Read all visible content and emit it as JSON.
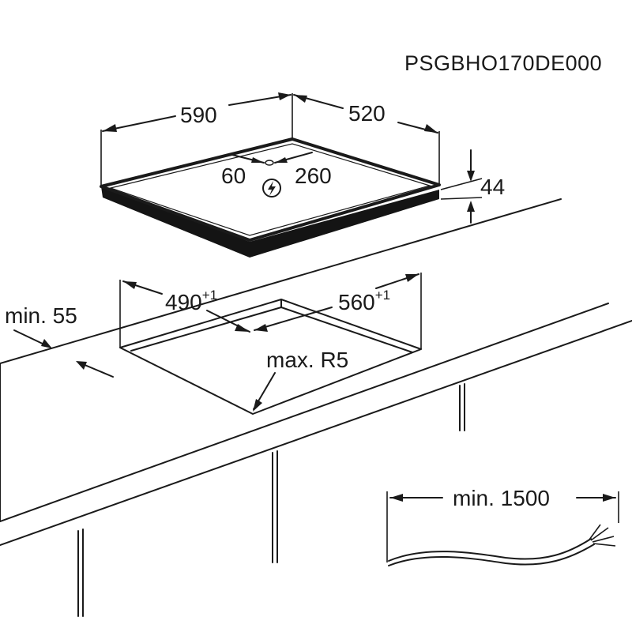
{
  "product_code": "PSGBHO170DE000",
  "hob": {
    "width": "590",
    "depth": "520",
    "cable_left": "60",
    "cable_right": "260",
    "thickness": "44",
    "power_icon": "lightning-bolt-icon"
  },
  "cutout": {
    "width": "490",
    "width_tol": "+1",
    "depth": "560",
    "depth_tol": "+1",
    "corner_radius": "max. R5",
    "front_distance": "min. 55"
  },
  "cable": {
    "min_length": "min. 1500"
  }
}
